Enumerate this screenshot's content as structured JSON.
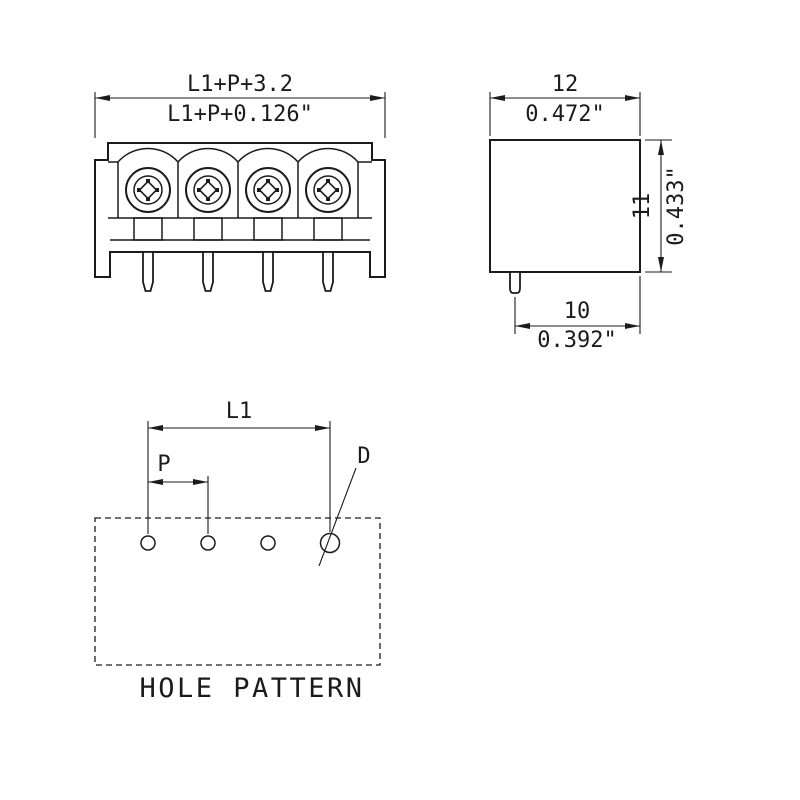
{
  "drawing": {
    "front_view": {
      "dim_width_mm": "L1+P+3.2",
      "dim_width_in": "L1+P+0.126\""
    },
    "side_view": {
      "dim_depth_mm": "12",
      "dim_depth_in": "0.472\"",
      "dim_height_mm": "11",
      "dim_height_in": "0.433\"",
      "dim_pin_offset_mm": "10",
      "dim_pin_offset_in": "0.392\""
    },
    "hole_pattern": {
      "dim_pitch_total": "L1",
      "dim_pitch": "P",
      "dim_hole_dia": "D",
      "caption": "HOLE PATTERN"
    },
    "colors": {
      "line": "#1b1b1b",
      "background": "#ffffff"
    }
  }
}
